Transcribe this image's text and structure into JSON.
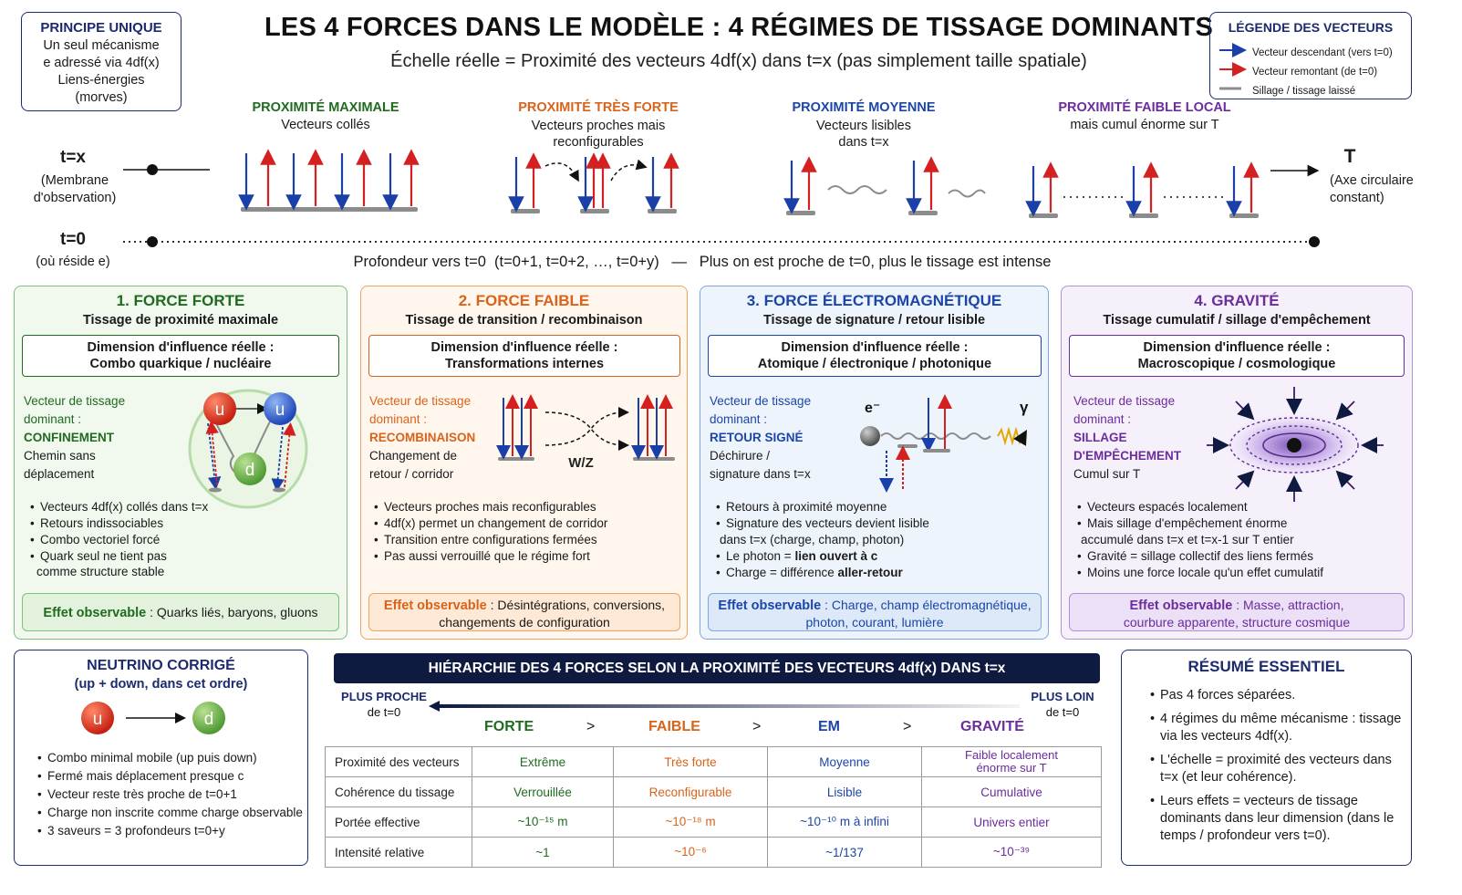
{
  "header": {
    "title": "LES 4 FORCES DANS LE MODÈLE : 4 RÉGIMES DE TISSAGE DOMINANTS",
    "subtitle": "Échelle réelle = Proximité des vecteurs 4df(x) dans t=x (pas simplement taille spatiale)"
  },
  "principe": {
    "title": "PRINCIPE UNIQUE",
    "lines": [
      "Un seul mécanisme",
      "e adressé via 4df(x)",
      "Liens-énergies",
      "(morves)"
    ]
  },
  "legend": {
    "title": "LÉGENDE DES VECTEURS",
    "items": [
      {
        "label": "Vecteur descendant (vers t=0)",
        "color": "#1a3fa8"
      },
      {
        "label": "Vecteur remontant (de t=0)",
        "color": "#d42020"
      },
      {
        "label": "Sillage / tissage laissé",
        "color": "#8c8c8c"
      }
    ]
  },
  "timeline": {
    "tx_label": "t=x",
    "tx_note": [
      "(Membrane",
      "d'observation)"
    ],
    "t0_label": "t=0",
    "t0_note": "(où réside e)",
    "T_label": "T",
    "T_note": [
      "(Axe circulaire",
      "constant)"
    ],
    "depth_caption": "Profondeur vers t=0  (t=0+1, t=0+2, …, t=0+y)   —   Plus on est proche de t=0, plus le tissage est intense",
    "regimes": [
      {
        "title": "PROXIMITÉ MAXIMALE",
        "desc": [
          "Vecteurs collés"
        ],
        "color": "#1f6b1f"
      },
      {
        "title": "PROXIMITÉ TRÈS FORTE",
        "desc": [
          "Vecteurs proches mais",
          "reconfigurables"
        ],
        "color": "#d9631a"
      },
      {
        "title": "PROXIMITÉ MOYENNE",
        "desc": [
          "Vecteurs lisibles",
          "dans t=x"
        ],
        "color": "#1b46a8"
      },
      {
        "title": "PROXIMITÉ FAIBLE LOCAL",
        "desc": [
          "mais cumul énorme sur T"
        ],
        "color": "#6b2c9c"
      }
    ]
  },
  "forces": [
    {
      "title": "1. FORCE FORTE",
      "subtitle": "Tissage de proximité maximale",
      "dim_label": "Dimension d'influence réelle :",
      "dim_value": "Combo quarkique / nucléaire",
      "vec_label": [
        "Vecteur de tissage",
        "dominant :"
      ],
      "vec_value": [
        "CONFINEMENT"
      ],
      "vec_desc": [
        "Chemin sans",
        "déplacement"
      ],
      "bullets": [
        "Vecteurs 4df(x) collés dans t=x",
        "Retours indissociables",
        "Combo vectoriel forcé",
        "Quark seul ne tient pas",
        "comme structure stable"
      ],
      "effect_label": "Effet observable",
      "effect_text": " : Quarks liés, baryons, gluons",
      "color": "#1f6b1f",
      "bg": "#f1f8ee",
      "border": "#7cc07a",
      "effbg": "#e3f2dc"
    },
    {
      "title": "2. FORCE FAIBLE",
      "subtitle": "Tissage de transition / recombinaison",
      "dim_label": "Dimension d'influence réelle :",
      "dim_value": "Transformations internes",
      "vec_label": [
        "Vecteur de tissage",
        "dominant :"
      ],
      "vec_value": [
        "RECOMBINAISON"
      ],
      "vec_desc": [
        "Changement de",
        "retour / corridor"
      ],
      "diagram_label": "W/Z",
      "bullets": [
        "Vecteurs proches mais reconfigurables",
        "4df(x) permet un changement de corridor",
        "Transition entre configurations fermées",
        "Pas aussi verrouillé que le régime fort"
      ],
      "effect_label": "Effet observable",
      "effect_text": " : Désintégrations, conversions,",
      "effect_text2": "changements de configuration",
      "color": "#d9631a",
      "bg": "#fff6ee",
      "border": "#f0a25e",
      "effbg": "#fde9d6"
    },
    {
      "title": "3. FORCE ÉLECTROMAGNÉTIQUE",
      "subtitle": "Tissage de signature / retour lisible",
      "dim_label": "Dimension d'influence réelle :",
      "dim_value": "Atomique / électronique / photonique",
      "vec_label": [
        "Vecteur de tissage",
        "dominant :"
      ],
      "vec_value": [
        "RETOUR SIGNÉ"
      ],
      "vec_desc": [
        "Déchirure /",
        "signature dans t=x"
      ],
      "diagram_e": "e⁻",
      "diagram_gamma": "γ",
      "bullets": [
        "Retours à proximité moyenne",
        "Signature des vecteurs devient lisible",
        "dans t=x (charge, champ, photon)"
      ],
      "bullet_photon_a": "Le photon = ",
      "bullet_photon_b": "lien ouvert à c",
      "bullet_charge_a": "Charge = différence ",
      "bullet_charge_b": "aller-retour",
      "effect_label": "Effet observable",
      "effect_text": " : Charge, champ électromagnétique,",
      "effect_text2": "photon, courant, lumière",
      "color": "#1b46a8",
      "bg": "#eef4fc",
      "border": "#7ea6e0",
      "effbg": "#dde9f8"
    },
    {
      "title": "4. GRAVITÉ",
      "subtitle": "Tissage cumulatif / sillage d'empêchement",
      "dim_label": "Dimension d'influence réelle :",
      "dim_value": "Macroscopique / cosmologique",
      "vec_label": [
        "Vecteur de tissage",
        "dominant :"
      ],
      "vec_value": [
        "SILLAGE",
        "D'EMPÊCHEMENT"
      ],
      "vec_desc": [
        "Cumul sur T"
      ],
      "bullets": [
        "Vecteurs espacés localement",
        "Mais sillage d'empêchement énorme",
        "accumulé dans t=x et t=x-1 sur T entier",
        "Gravité = sillage collectif des liens fermés",
        "Moins une force locale qu'un effet cumulatif"
      ],
      "effect_label": "Effet observable",
      "effect_text": " : Masse, attraction,",
      "effect_text2": "courbure apparente, structure cosmique",
      "color": "#6b2c9c",
      "bg": "#f6f0fb",
      "border": "#b48fd8",
      "effbg": "#ece0f7"
    }
  ],
  "neutrino": {
    "title": "NEUTRINO CORRIGÉ",
    "subtitle": "(up + down, dans cet ordre)",
    "quark_u": "u",
    "quark_d": "d",
    "bullets": [
      "Combo minimal mobile (up puis down)",
      "Fermé mais déplacement presque c",
      "Vecteur reste très proche de t=0+1",
      "Charge non inscrite comme charge observable",
      "3 saveurs = 3 profondeurs  t=0+y"
    ]
  },
  "quarks": {
    "u": "u",
    "d": "d"
  },
  "hierarchy": {
    "title": "HIÉRARCHIE DES 4 FORCES SELON LA PROXIMITÉ DES VECTEURS 4df(x) DANS t=x",
    "left_label": [
      "PLUS PROCHE",
      "de t=0"
    ],
    "right_label": [
      "PLUS LOIN",
      "de t=0"
    ],
    "order": [
      "FORTE",
      "FAIBLE",
      "EM",
      "GRAVITÉ"
    ],
    "sep": ">",
    "rows": [
      {
        "label": "Proximité des vecteurs",
        "values": [
          "Extrême",
          "Très forte",
          "Moyenne",
          "Faible localement énorme sur T"
        ]
      },
      {
        "label": "Cohérence du tissage",
        "values": [
          "Verrouillée",
          "Reconfigurable",
          "Lisible",
          "Cumulative"
        ]
      },
      {
        "label": "Portée effective",
        "values": [
          "~10⁻¹⁵ m",
          "~10⁻¹⁸ m",
          "~10⁻¹⁰ m à infini",
          "Univers entier"
        ]
      },
      {
        "label": "Intensité relative",
        "values": [
          "~1",
          "~10⁻⁶",
          "~1/137",
          "~10⁻³⁹"
        ]
      }
    ]
  },
  "resume": {
    "title": "RÉSUMÉ ESSENTIEL",
    "items": [
      "Pas 4 forces séparées.",
      "4 régimes du même mécanisme : tissage via les vecteurs 4df(x).",
      "L'échelle = proximité des vecteurs dans t=x (et leur cohérence).",
      "Leurs effets = vecteurs de tissage dominants dans leur dimension (dans le temps / profondeur vers t=0)."
    ]
  }
}
